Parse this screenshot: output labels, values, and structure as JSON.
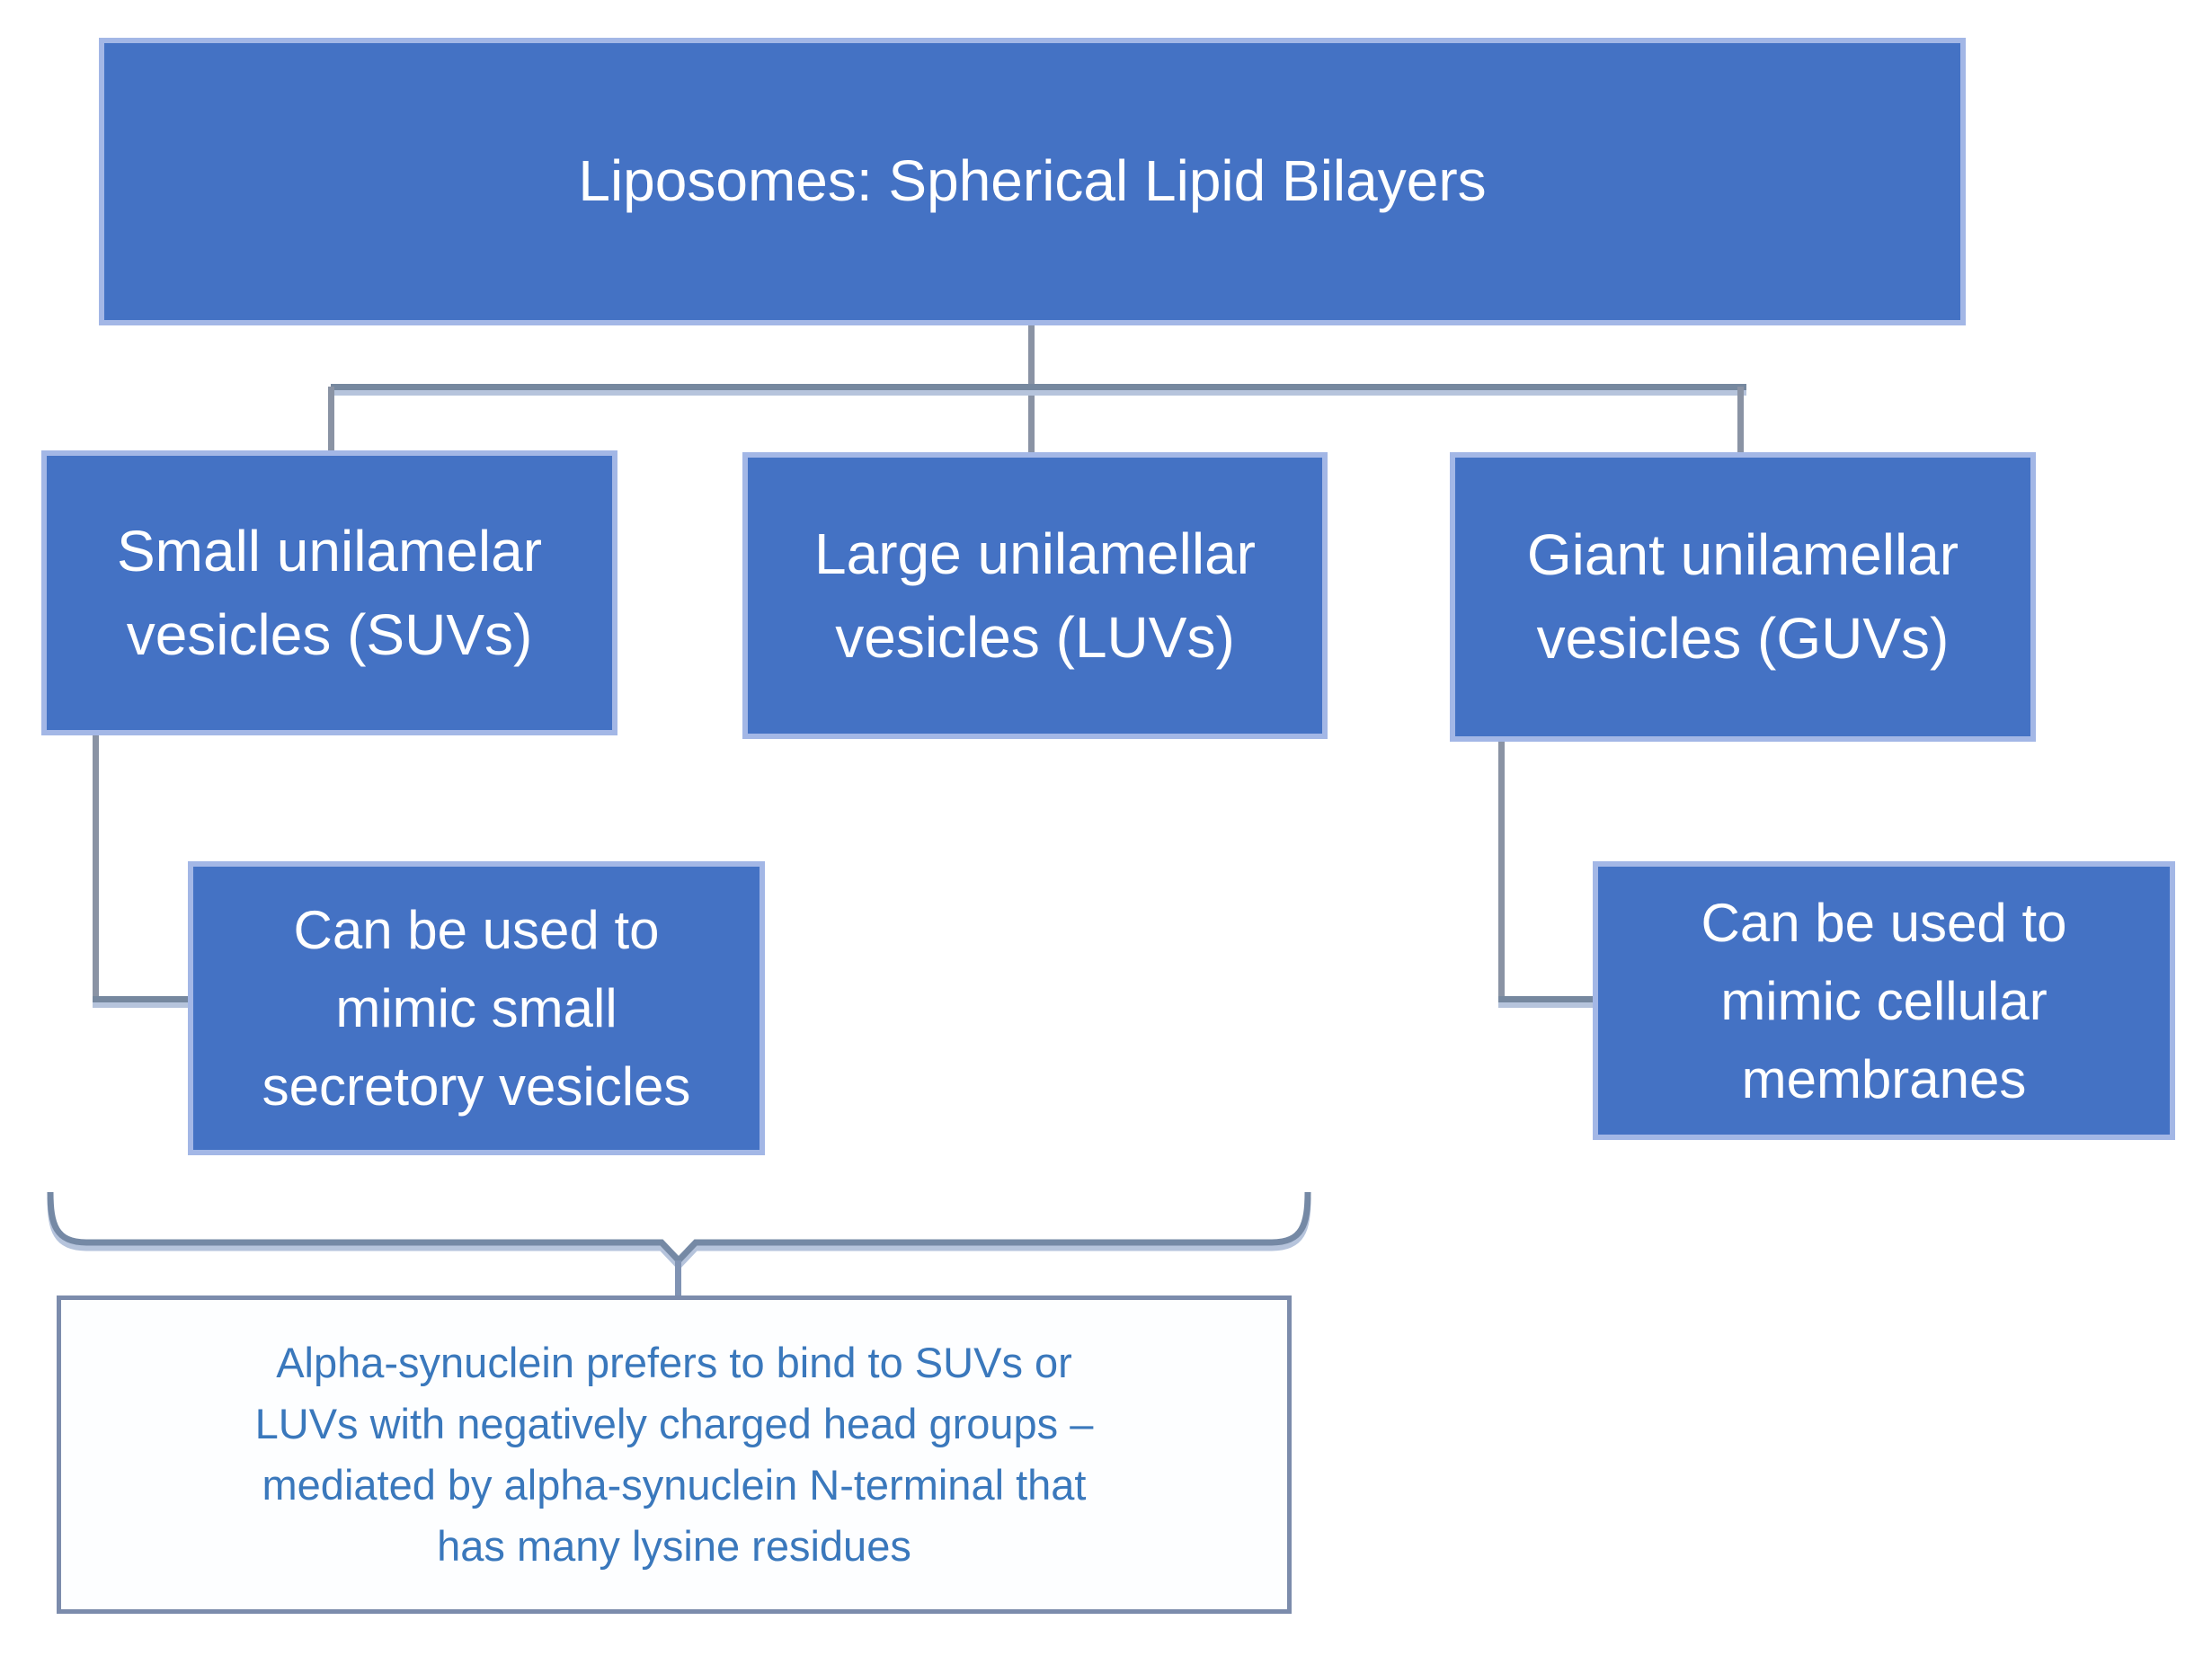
{
  "title_node": {
    "label": "Liposomes: Spherical Lipid Bilayers"
  },
  "type_nodes": [
    {
      "key": "suv",
      "lines": [
        "Small unilamelar",
        "vesicles (SUVs)"
      ]
    },
    {
      "key": "luv",
      "lines": [
        "Large unilamellar",
        "vesicles (LUVs)"
      ]
    },
    {
      "key": "guv",
      "lines": [
        "Giant unilamellar",
        "vesicles (GUVs)"
      ]
    }
  ],
  "use_notes": [
    {
      "key": "suv-note",
      "lines": [
        "Can be used to",
        "mimic small",
        "secretory vesicles"
      ]
    },
    {
      "key": "guv-note",
      "lines": [
        "Can be used to",
        "mimic cellular",
        "membranes"
      ]
    }
  ],
  "callout": {
    "lines": [
      "Alpha-synuclein prefers to bind to SUVs or",
      "LUVs with negatively charged head groups –",
      "mediated by alpha-synuclein N-terminal that",
      "has many lysine residues"
    ]
  },
  "colors": {
    "node_fill": "#4472C4",
    "node_border": "#A3B7E6",
    "node_text": "#FFFFFF",
    "connector": "#76889F",
    "connector_light": "#B6C4DC",
    "connector_vertical": "#8A93A4",
    "brace_stroke": "#7589A5",
    "stem": "#8093B3",
    "callout_border": "#7C8CAC",
    "callout_text": "#3A78BC",
    "callout_bg": "#FDFEFF"
  }
}
